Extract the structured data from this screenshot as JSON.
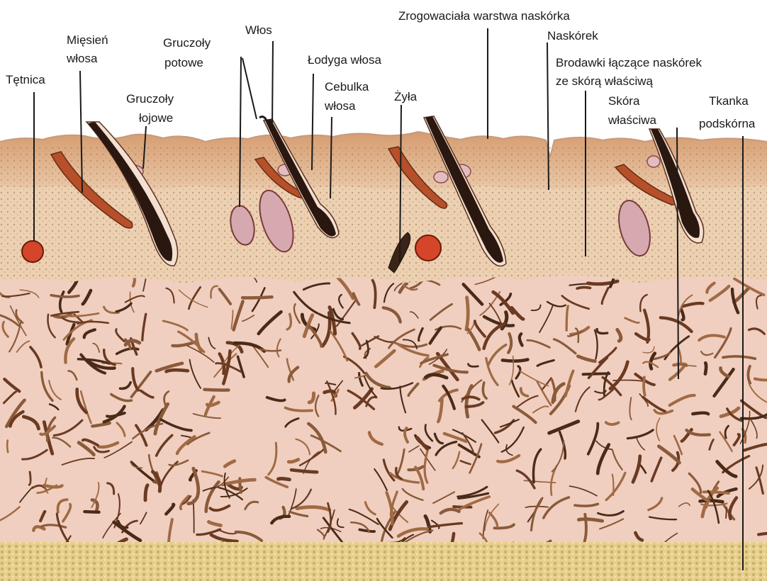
{
  "labels": {
    "tetnica": "Tętnica",
    "miesien_1": "Mięsień",
    "miesien_2": "włosa",
    "gruczoly_potowe_1": "Gruczoły",
    "gruczoly_potowe_2": "potowe",
    "wlos": "Włos",
    "gruczoly_lojowe_1": "Gruczoły",
    "gruczoly_lojowe_2": "łojowe",
    "lodyga": "Łodyga włosa",
    "cebulka_1": "Cebulka",
    "cebulka_2": "włosa",
    "zyla": "Żyła",
    "zrogowaciala": "Zrogowaciała warstwa naskórka",
    "naskorek": "Naskórek",
    "brodawki_1": "Brodawki łączące naskórek",
    "brodawki_2": "ze skórą właściwą",
    "skora_1": "Skóra",
    "skora_2": "właściwa",
    "tkanka_1": "Tkanka",
    "tkanka_2": "podskórna"
  },
  "colors": {
    "epidermis": "#d9a47a",
    "papillary": "#e8c3a0",
    "dermis_bg": "#f0cfc0",
    "fiber_dark": "#4a2a18",
    "fiber_brown": "#8a5a3a",
    "hair": "#2a1810",
    "muscle": "#b5502a",
    "gland": "#d6a9b0",
    "artery": "#d4452a",
    "fat": "#e6cf8a",
    "line": "#1a1a1a"
  }
}
